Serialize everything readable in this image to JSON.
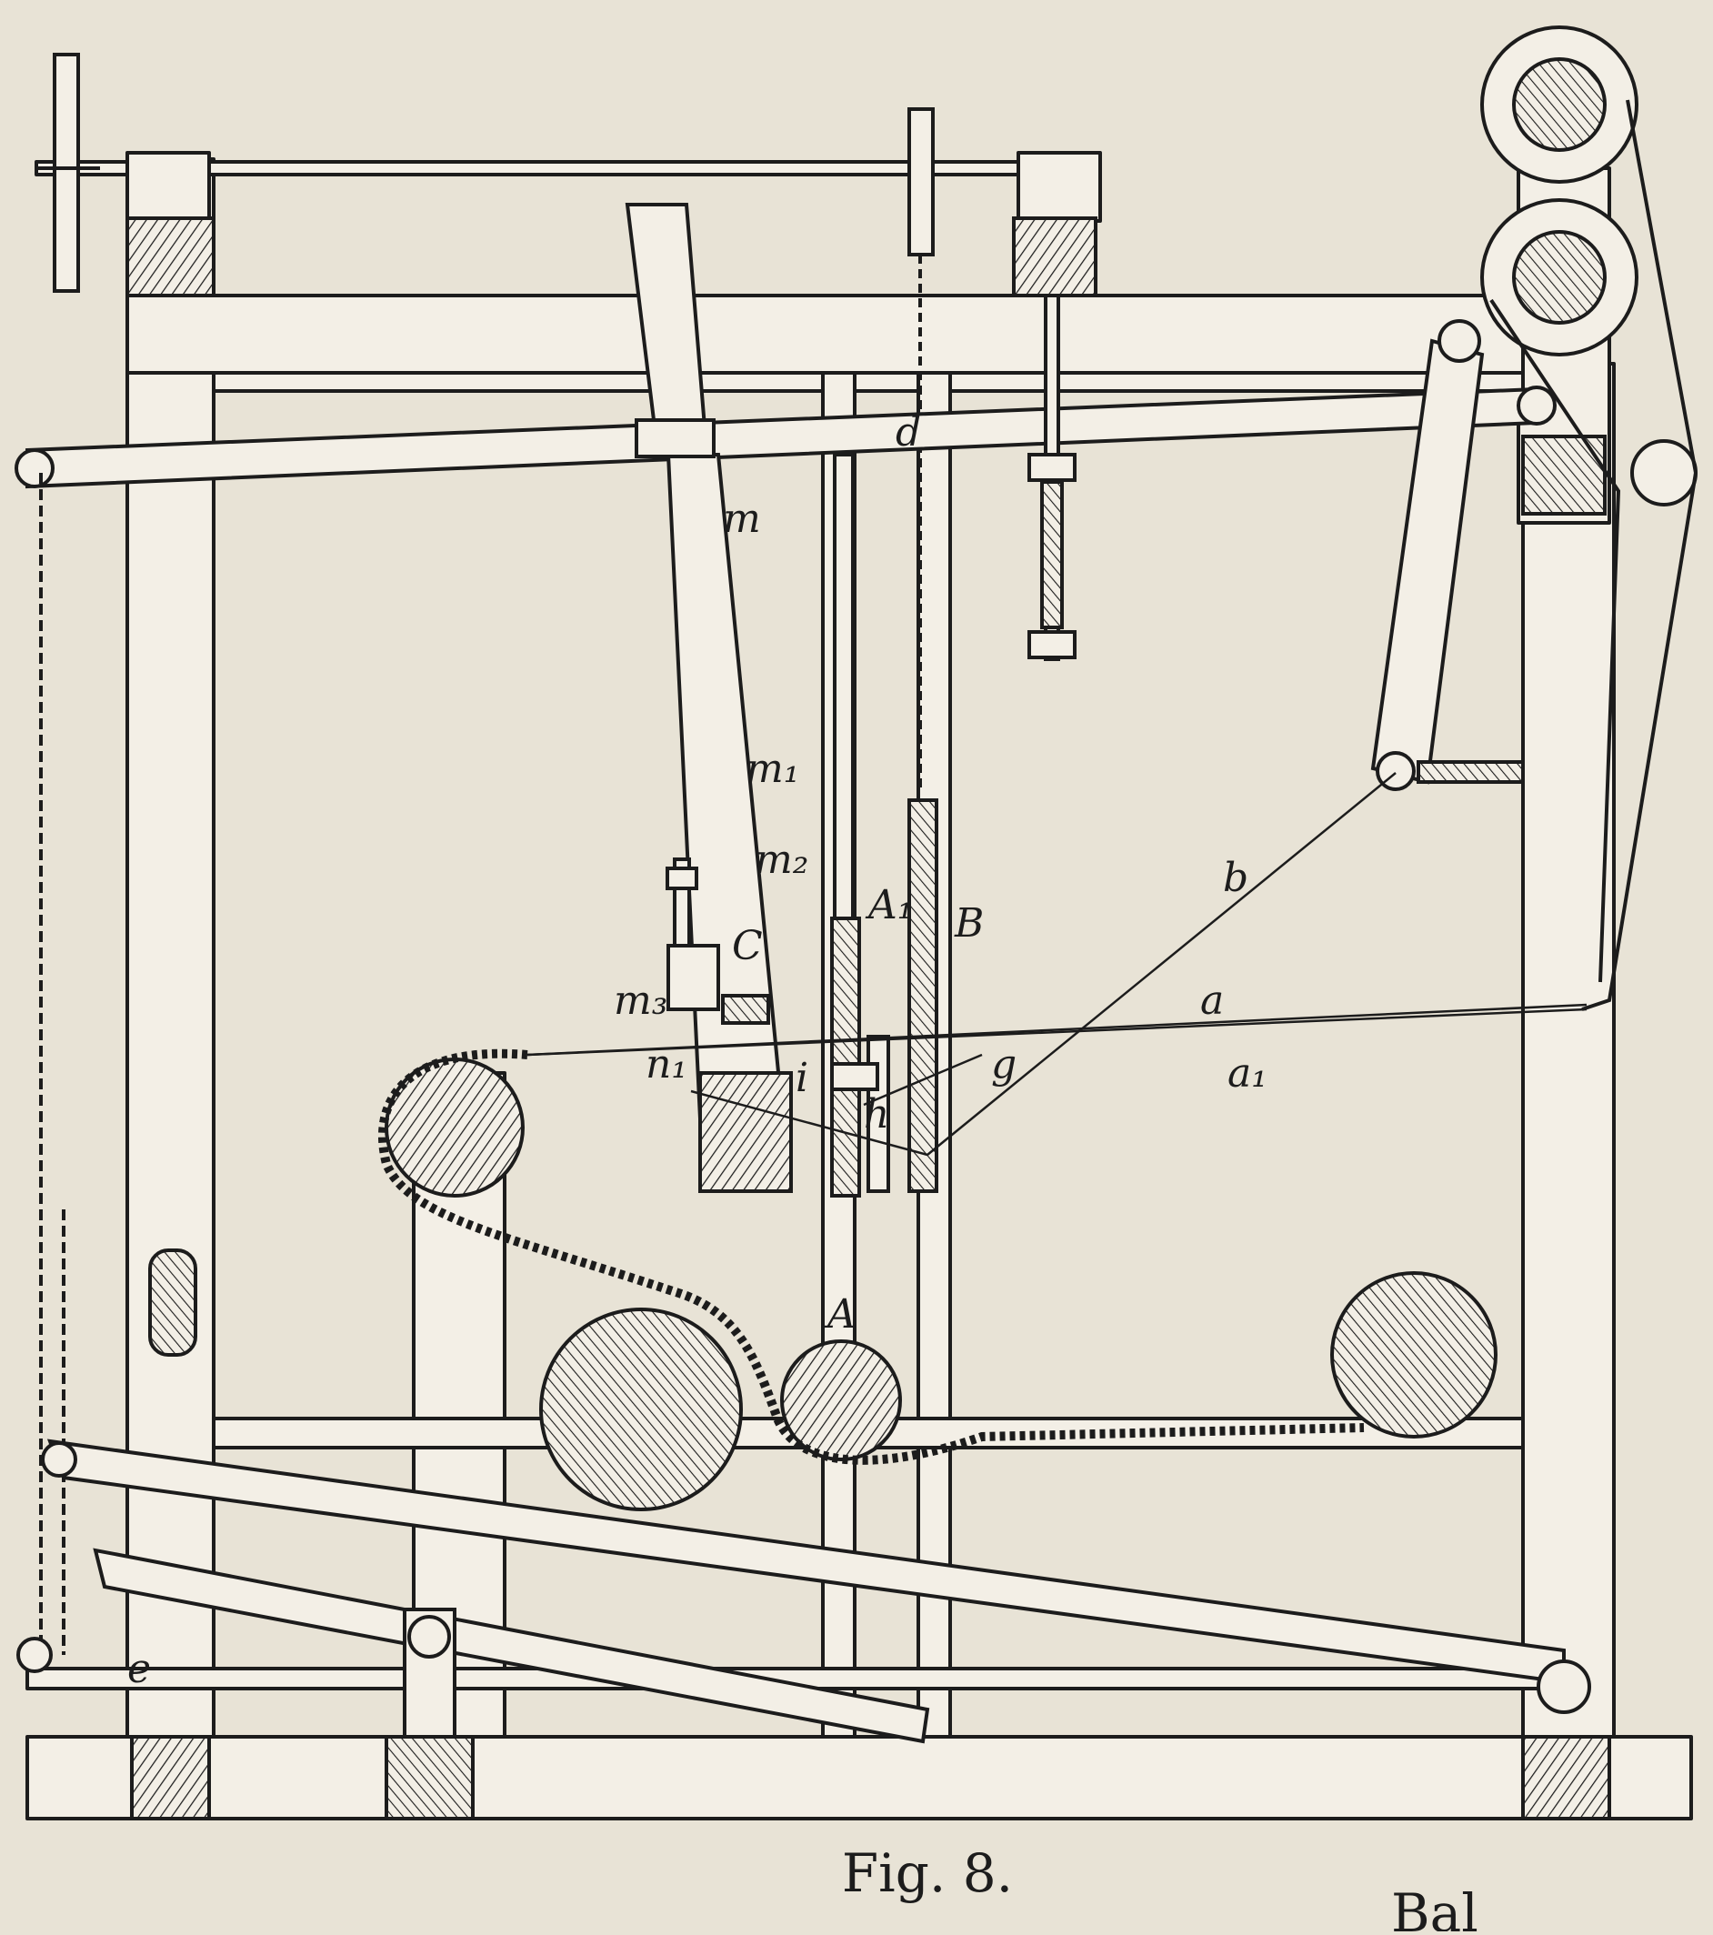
{
  "colors": {
    "paper": "#e8e3d6",
    "ink": "#1c1c1c",
    "wood": "#f3efe6",
    "bleed": "#b9b3a4"
  },
  "labels": {
    "d": "d",
    "m": "m",
    "m1": "m₁",
    "m2": "m₂",
    "m3": "m₃",
    "C": "C",
    "A1": "A₁",
    "B": "B",
    "b": "b",
    "a": "a",
    "g": "g",
    "a1": "a₁",
    "i": "i",
    "h": "h",
    "n1": "n₁",
    "A": "A",
    "e": "e"
  },
  "caption": "Fig. 8.",
  "corner_text": "Bal"
}
